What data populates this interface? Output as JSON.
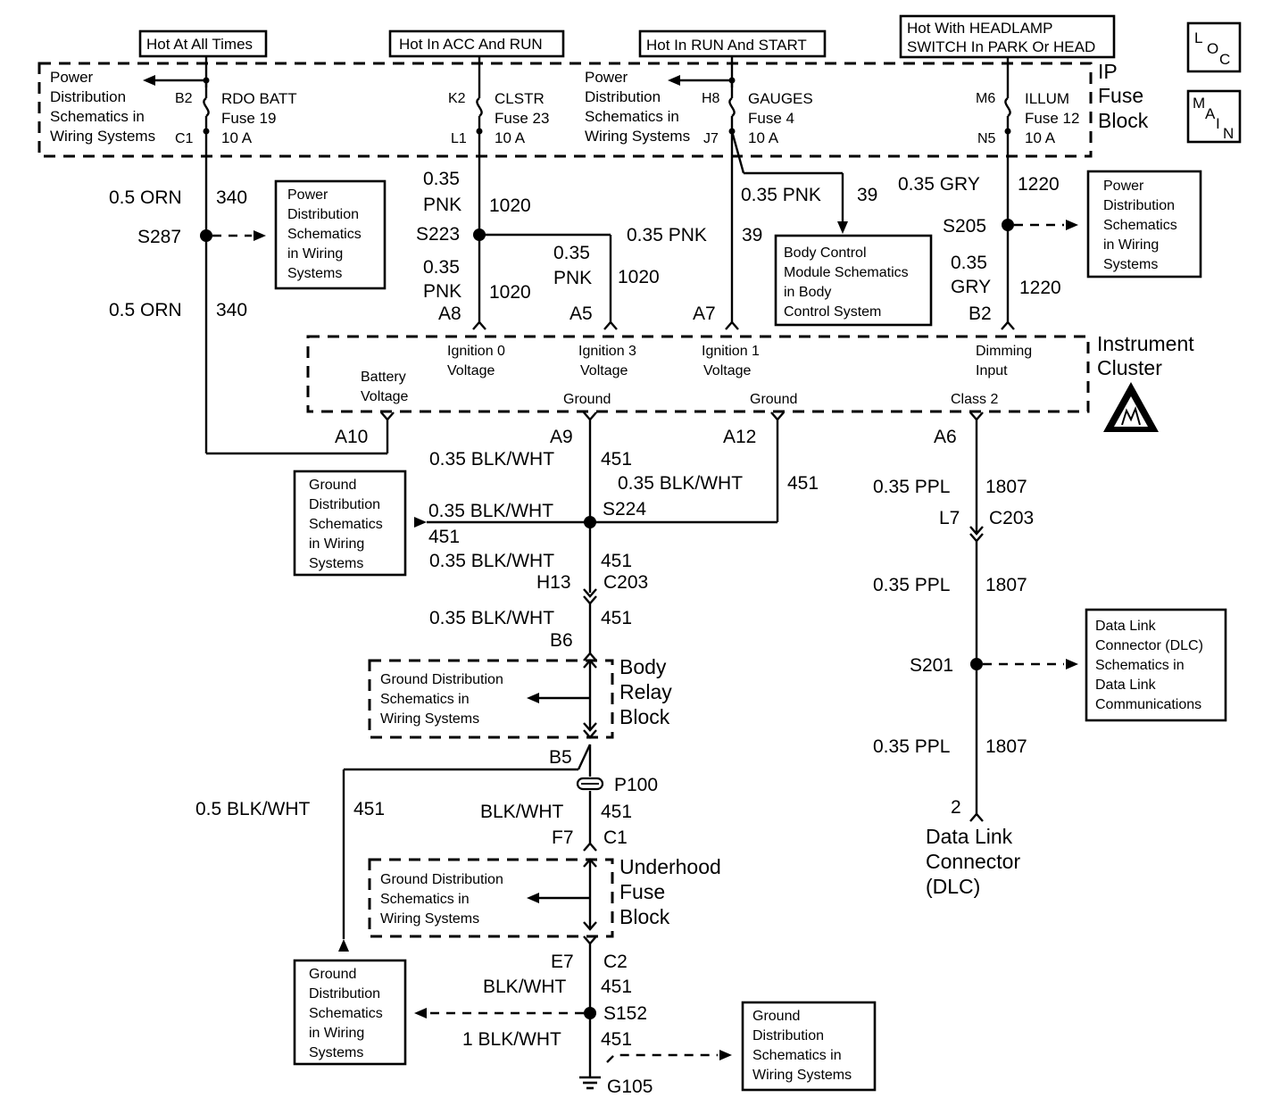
{
  "headers": {
    "hot_all_times": "Hot At All Times",
    "hot_acc_run": "Hot In ACC And RUN",
    "hot_run_start": "Hot In RUN And START",
    "hot_headlamp_1": "Hot With HEADLAMP",
    "hot_headlamp_2": "SWITCH In PARK Or HEAD"
  },
  "badges": {
    "loc": [
      "L",
      "O",
      "C"
    ],
    "main": [
      "M",
      "A",
      "I",
      "N"
    ]
  },
  "ip_fuse_block": {
    "title_lines": [
      "IP",
      "Fuse",
      "Block"
    ],
    "pd_left_lines": [
      "Power",
      "Distribution",
      "Schematics in",
      "Wiring Systems"
    ],
    "pd_mid_lines": [
      "Power",
      "Distribution",
      "Schematics in",
      "Wiring Systems"
    ],
    "fuses": [
      {
        "in_pin": "B2",
        "out_pin": "C1",
        "name": "RDO BATT",
        "fuse": "Fuse 19",
        "rating": "10 A"
      },
      {
        "in_pin": "K2",
        "out_pin": "L1",
        "name": "CLSTR",
        "fuse": "Fuse 23",
        "rating": "10 A"
      },
      {
        "in_pin": "H8",
        "out_pin": "J7",
        "name": "GAUGES",
        "fuse": "Fuse 4",
        "rating": "10 A"
      },
      {
        "in_pin": "M6",
        "out_pin": "N5",
        "name": "ILLUM",
        "fuse": "Fuse 12",
        "rating": "10 A"
      }
    ]
  },
  "wires": {
    "w340_size": "0.5 ORN",
    "w340_circuit": "340",
    "w1020_a_size_1": "0.35",
    "w1020_a_size_2": "PNK",
    "w1020_a_circuit": "1020",
    "w1020_b_size_1": "0.35",
    "w1020_b_size_2": "PNK",
    "w1020_b_circuit": "1020",
    "w1020_c_size_1": "0.35",
    "w1020_c_size_2": "PNK",
    "w1020_c_circuit": "1020",
    "w39_a_size": "0.35 PNK",
    "w39_a_circuit": "39",
    "w39_b_size": "0.35 PNK",
    "w39_b_circuit": "39",
    "w1220_a_size": "0.35 GRY",
    "w1220_a_circuit": "1220",
    "w1220_b_size_1": "0.35",
    "w1220_b_size_2": "GRY",
    "w1220_b_circuit": "1220",
    "w451_a9_size": "0.35 BLK/WHT",
    "w451_a9_circuit": "451",
    "w451_a12_size": "0.35 BLK/WHT",
    "w451_a12_circuit": "451",
    "w451_left_size": "0.35 BLK/WHT",
    "w451_left_circuit": "451",
    "w451_below_size": "0.35 BLK/WHT",
    "w451_below_circuit": "451",
    "w451_b6_size": "0.35 BLK/WHT",
    "w451_b6_circuit": "451",
    "w451_b5_size": "0.5 BLK/WHT",
    "w451_b5_circuit": "451",
    "w451_p100_size": "BLK/WHT",
    "w451_p100_circuit": "451",
    "w451_e7_size": "BLK/WHT",
    "w451_e7_circuit": "451",
    "w451_g105_size": "1 BLK/WHT",
    "w451_g105_circuit": "451",
    "w1807_a_size": "0.35 PPL",
    "w1807_a_circuit": "1807",
    "w1807_b_size": "0.35 PPL",
    "w1807_b_circuit": "1807",
    "w1807_c_size": "0.35 PPL",
    "w1807_c_circuit": "1807"
  },
  "splices": {
    "s287": "S287",
    "s223": "S223",
    "s205": "S205",
    "s224": "S224",
    "s201": "S201",
    "s152": "S152"
  },
  "cluster": {
    "title_lines": [
      "Instrument",
      "Cluster"
    ],
    "pins": {
      "a8": "A8",
      "a5": "A5",
      "a7": "A7",
      "b2": "B2",
      "a10": "A10",
      "a9": "A9",
      "a12": "A12",
      "a6": "A6"
    },
    "labels": {
      "ign0": [
        "Ignition 0",
        "Voltage"
      ],
      "ign3": [
        "Ignition 3",
        "Voltage"
      ],
      "ign1": [
        "Ignition 1",
        "Voltage"
      ],
      "dimming": [
        "Dimming",
        "Input"
      ],
      "battery": [
        "Battery",
        "Voltage"
      ],
      "ground1": "Ground",
      "ground2": "Ground",
      "class2": "Class 2"
    }
  },
  "boxes": {
    "pd_s287": [
      "Power",
      "Distribution",
      "Schematics",
      "in Wiring",
      "Systems"
    ],
    "bcm": [
      "Body Control",
      "Module Schematics",
      "in Body",
      "Control System"
    ],
    "pd_s205": [
      "Power",
      "Distribution",
      "Schematics",
      "in Wiring",
      "Systems"
    ],
    "gd_s224": [
      "Ground",
      "Distribution",
      "Schematics",
      "in Wiring",
      "Systems"
    ],
    "dlc_box": [
      "Data Link",
      "Connector (DLC)",
      "Schematics in",
      "Data Link",
      "Communications"
    ],
    "gd_lower": [
      "Ground",
      "Distribution",
      "Schematics",
      "in Wiring",
      "Systems"
    ],
    "gd_g105": [
      "Ground",
      "Distribution",
      "Schematics in",
      "Wiring Systems"
    ]
  },
  "connectors": {
    "c203_upper_pin": "H13",
    "c203_upper_name": "C203",
    "c203_right_pin": "L7",
    "c203_right_name": "C203",
    "b6": "B6",
    "b5": "B5",
    "p100": "P100",
    "f7": "F7",
    "c1": "C1",
    "e7": "E7",
    "c2": "C2",
    "g105": "G105",
    "dlc_pin": "2"
  },
  "body_relay_block": {
    "title_lines": [
      "Body",
      "Relay",
      "Block"
    ],
    "inner_lines": [
      "Ground Distribution",
      "Schematics in",
      "Wiring Systems"
    ]
  },
  "underhood_fuse_block": {
    "title_lines": [
      "Underhood",
      "Fuse",
      "Block"
    ],
    "inner_lines": [
      "Ground Distribution",
      "Schematics in",
      "Wiring Systems"
    ]
  },
  "dlc": {
    "title_lines": [
      "Data Link",
      "Connector",
      "(DLC)"
    ]
  }
}
